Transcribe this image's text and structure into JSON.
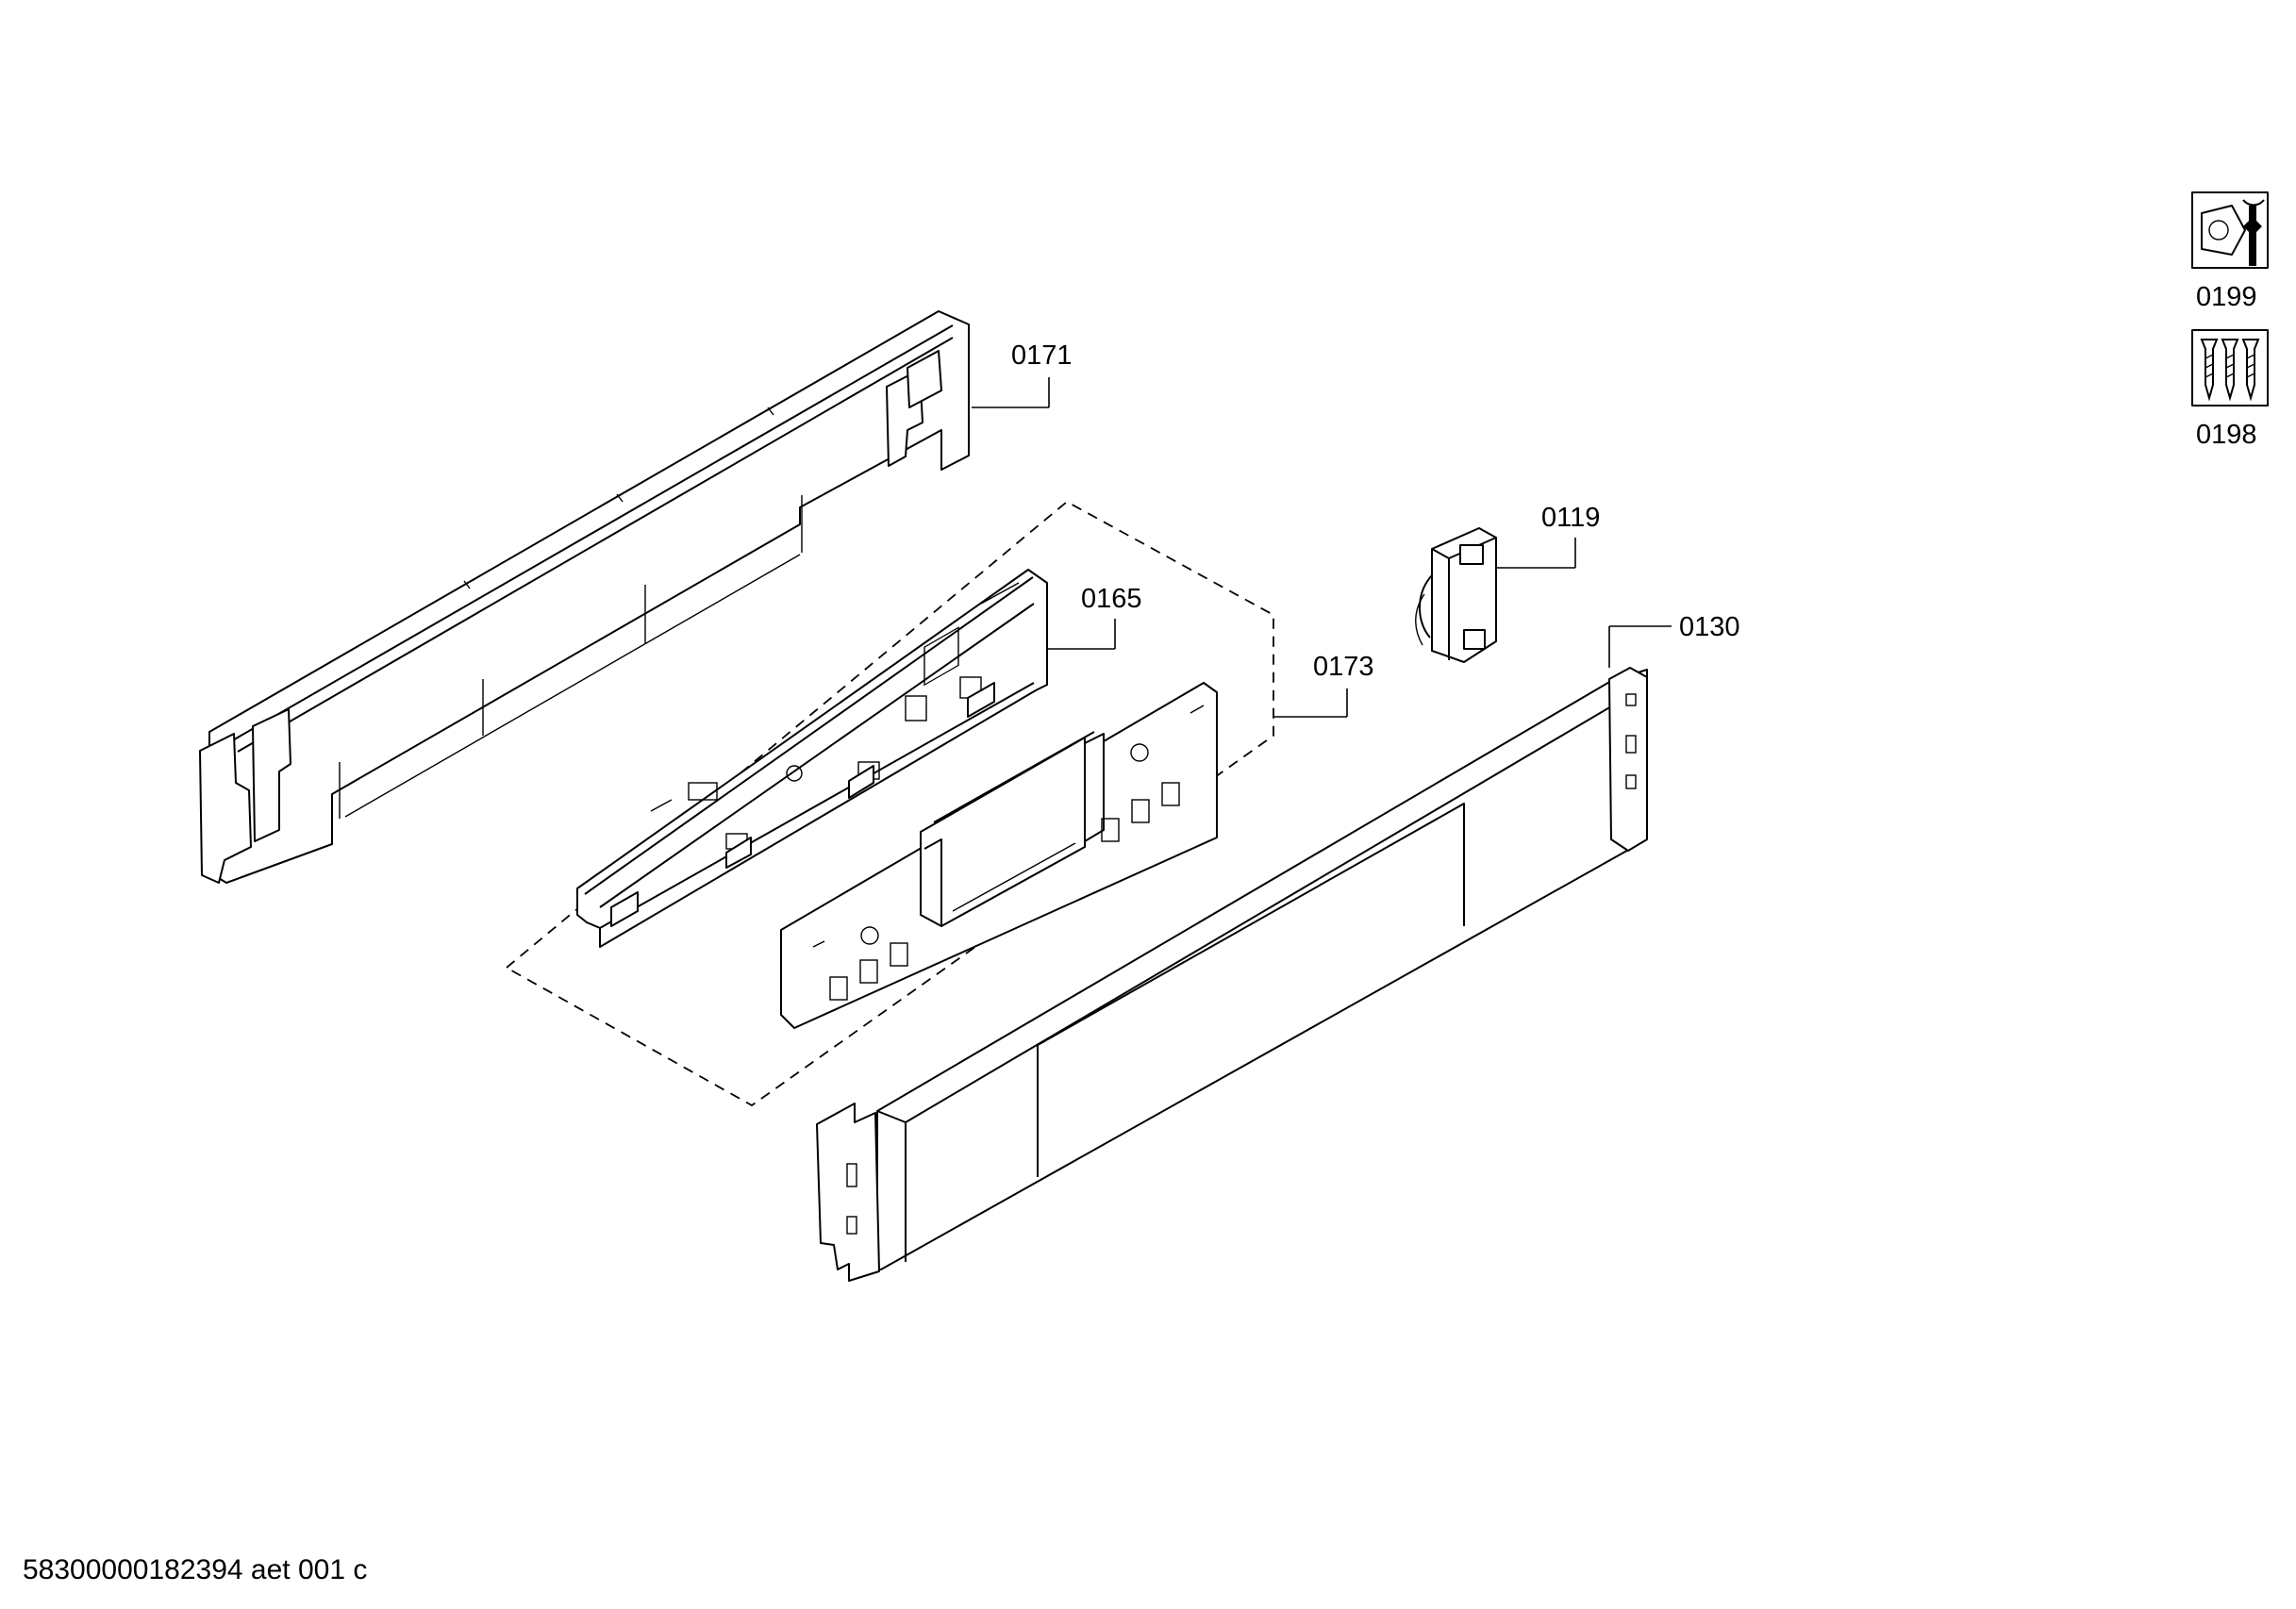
{
  "parts": {
    "p0171": "0171",
    "p0165": "0165",
    "p0173": "0173",
    "p0119": "0119",
    "p0130": "0130",
    "p0199": "0199",
    "p0198": "0198"
  },
  "footer": {
    "code": "58300000182394 aet 001 c"
  },
  "icons": {
    "p0199": "wrench-nut-icon",
    "p0198": "screws-icon"
  }
}
